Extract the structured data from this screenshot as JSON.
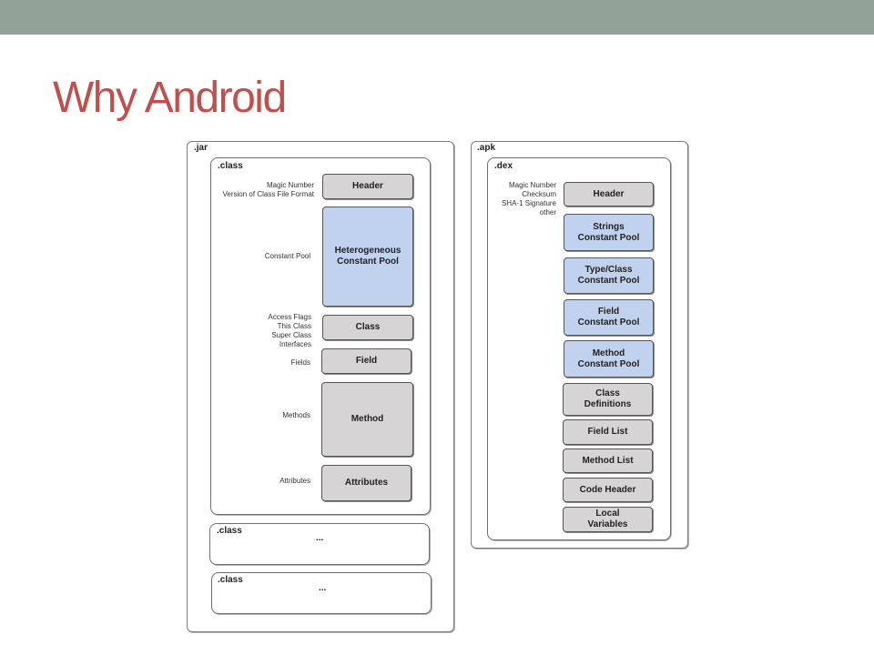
{
  "slide": {
    "title": "Why Android"
  },
  "jar": {
    "tag": ".jar",
    "class1": {
      "tag": ".class",
      "blocks": [
        {
          "label": "Header",
          "style": "gray",
          "desc": "Magic Number\nVersion of Class File Format"
        },
        {
          "label": "Heterogeneous\nConstant Pool",
          "style": "blue",
          "desc": "Constant Pool"
        },
        {
          "label": "Class",
          "style": "gray",
          "desc": "Access Flags\nThis Class\nSuper Class\nInterfaces"
        },
        {
          "label": "Field",
          "style": "gray",
          "desc": "Fields"
        },
        {
          "label": "Method",
          "style": "gray",
          "desc": "Methods"
        },
        {
          "label": "Attributes",
          "style": "gray",
          "desc": "Attributes"
        }
      ]
    },
    "class2": {
      "tag": ".class",
      "ellipsis": "..."
    },
    "class3": {
      "tag": ".class",
      "ellipsis": "..."
    }
  },
  "apk": {
    "tag": ".apk",
    "dex": {
      "tag": ".dex",
      "header_desc": "Magic Number\nChecksum\nSHA-1 Signature\nother",
      "blocks": [
        {
          "label": "Header",
          "style": "gray"
        },
        {
          "label": "Strings\nConstant Pool",
          "style": "blue"
        },
        {
          "label": "Type/Class\nConstant Pool",
          "style": "blue"
        },
        {
          "label": "Field\nConstant Pool",
          "style": "blue"
        },
        {
          "label": "Method\nConstant Pool",
          "style": "blue"
        },
        {
          "label": "Class\nDefinitions",
          "style": "gray"
        },
        {
          "label": "Field List",
          "style": "gray"
        },
        {
          "label": "Method List",
          "style": "gray"
        },
        {
          "label": "Code Header",
          "style": "gray"
        },
        {
          "label": "Local\nVariables",
          "style": "gray"
        }
      ]
    }
  },
  "colors": {
    "topbar": "#93a299",
    "title": "#c0504d",
    "block_gray": "#d6d4d4",
    "block_blue": "#c0d2ee"
  }
}
